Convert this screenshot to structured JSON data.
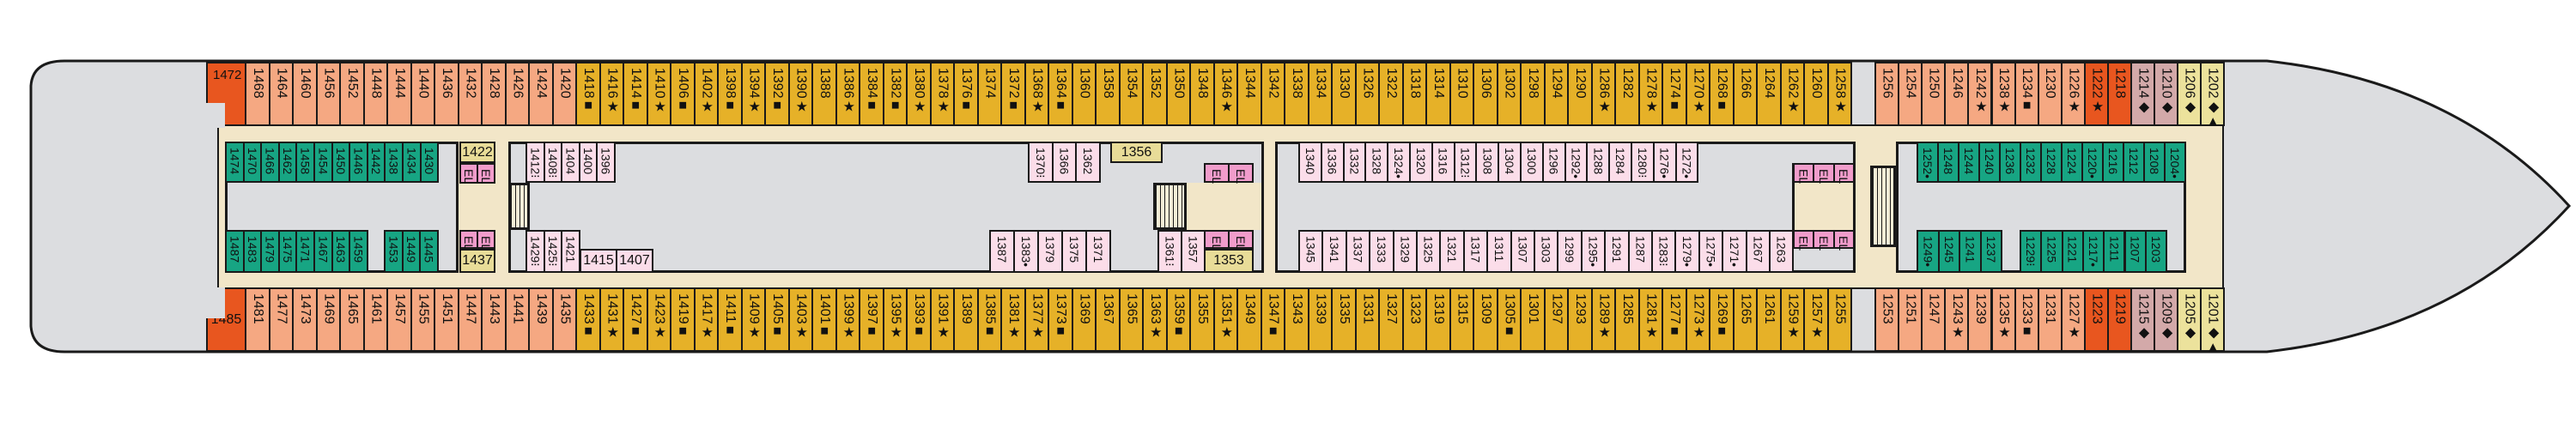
{
  "colors": {
    "red": "#e8561f",
    "salmon": "#f5a882",
    "yellow": "#e6b128",
    "mauve": "#d3a9a9",
    "ltyellow": "#ece29c",
    "green": "#17a583",
    "pink": "#fbdde9",
    "elevator": "#f19ccb",
    "service": "#e8dc98",
    "corridor": "#f2e6c8",
    "hull": "#dcdde0"
  },
  "elevator_label": "EL",
  "rows": {
    "top_red_aft": [
      "1472"
    ],
    "top_salmon_aft": [
      "1468",
      "1464",
      "1460",
      "1456",
      "1452",
      "1448",
      "1444",
      "1440",
      "1436",
      "1432",
      "1428",
      "1426",
      "1424",
      "1420"
    ],
    "top_yellow": [
      "1418■",
      "1416★",
      "1414■",
      "1410★",
      "1406■",
      "1402★",
      "1398■",
      "1394★",
      "1392■",
      "1390★",
      "1388",
      "1386★",
      "1384■",
      "1382■",
      "1380★",
      "1378★",
      "1376■",
      "1374",
      "1372■",
      "1368★",
      "1364■",
      "1360",
      "1358",
      "1354",
      "1352",
      "1350",
      "1348",
      "1346★",
      "1344",
      "1342",
      "1338",
      "1334",
      "1330",
      "1326",
      "1322",
      "1318",
      "1314",
      "1310",
      "1306",
      "1302",
      "1298",
      "1294",
      "1290",
      "1286★",
      "1282",
      "1278★",
      "1274■",
      "1270★",
      "1268■",
      "1266",
      "1264",
      "1262★",
      "1260",
      "1258★"
    ],
    "top_salmon_fwd": [
      "1256",
      "1254",
      "1250",
      "1246",
      "1242★",
      "1238★",
      "1234■",
      "1230",
      "1226★"
    ],
    "top_red_fwd": [
      "1222★",
      "1218"
    ],
    "top_mauve": [
      "1214◆",
      "1210◆"
    ],
    "top_ltyellow": [
      "1206◆",
      "1202◆▲"
    ],
    "bottom_red_aft": [
      "1485"
    ],
    "bottom_salmon_aft": [
      "1481",
      "1477",
      "1473",
      "1469",
      "1465",
      "1461",
      "1457",
      "1455",
      "1451",
      "1447",
      "1443",
      "1441",
      "1439",
      "1435"
    ],
    "bottom_yellow": [
      "1433■",
      "1431★",
      "1427■",
      "1423★",
      "1419■",
      "1417★",
      "1411■",
      "1409★",
      "1405■",
      "1403★",
      "1401■",
      "1399★",
      "1397■",
      "1395★",
      "1393■",
      "1391★",
      "1389",
      "1385■",
      "1381★",
      "1377★",
      "1373■",
      "1369",
      "1367",
      "1365",
      "1363★",
      "1359■",
      "1355",
      "1351★",
      "1349",
      "1347■",
      "1343",
      "1339",
      "1335",
      "1331",
      "1327",
      "1323",
      "1319",
      "1315",
      "1309",
      "1305■",
      "1301",
      "1297",
      "1293",
      "1289★",
      "1285",
      "1281★",
      "1277■",
      "1273★",
      "1269■",
      "1265",
      "1261",
      "1259★",
      "1257★",
      "1255"
    ],
    "bottom_salmon_fwd": [
      "1253",
      "1251",
      "1247",
      "1243★",
      "1239",
      "1235★",
      "1233■",
      "1231",
      "1227★"
    ],
    "bottom_red_fwd": [
      "1223",
      "1219"
    ],
    "bottom_mauve": [
      "1215◆",
      "1209◆"
    ],
    "bottom_ltyellow": [
      "1205◆",
      "1201◆▲"
    ],
    "inner_aft_top": [
      "1474",
      "1470",
      "1466",
      "1462",
      "1458",
      "1454",
      "1450",
      "1446",
      "1442",
      "1438",
      "1434",
      "1430"
    ],
    "inner_aft_bottom_a": [
      "1487",
      "1483",
      "1479",
      "1475",
      "1471",
      "1467",
      "1463",
      "1459"
    ],
    "inner_aft_bottom_b": [
      "1453",
      "1449",
      "1445"
    ],
    "service_aft_top": [
      "1422"
    ],
    "service_aft_bottom": [
      "1437"
    ],
    "inner_mid_top_a": [
      "1412⁝",
      "1408⁝",
      "1404",
      "1400",
      "1396"
    ],
    "inner_mid_bottom_a": [
      "1429⁝",
      "1425⁝",
      "1421"
    ],
    "inner_mid_bottom_h": [
      "1415",
      "1407"
    ],
    "inner_mid_top_b": [
      "1370⁝",
      "1366",
      "1362"
    ],
    "service_mid_top": [
      "1356"
    ],
    "inner_mid_bottom_b": [
      "1387",
      "1383•",
      "1379",
      "1375",
      "1371"
    ],
    "inner_mid_bottom_c": [
      "1361⁝",
      "1357"
    ],
    "service_mid_bottom": [
      "1353"
    ],
    "inner_fwdmid_top": [
      "1340",
      "1336",
      "1332",
      "1328",
      "1324•",
      "1320",
      "1316",
      "1312⁝",
      "1308",
      "1304",
      "1300",
      "1296",
      "1292•",
      "1288",
      "1284",
      "1280⁝",
      "1276•",
      "1272•"
    ],
    "inner_fwdmid_bottom": [
      "1345",
      "1341",
      "1337",
      "1333",
      "1329",
      "1325",
      "1321",
      "1317",
      "1311",
      "1307",
      "1303",
      "1299",
      "1295•",
      "1291",
      "1287",
      "1283⁝",
      "1279•",
      "1275•",
      "1271•",
      "1267",
      "1263"
    ],
    "inner_fwd_top": [
      "1252•",
      "1248",
      "1244",
      "1240",
      "1236",
      "1232",
      "1228",
      "1224",
      "1220•",
      "1216",
      "1212",
      "1208",
      "1204•"
    ],
    "inner_fwd_bottom_a": [
      "1249•",
      "1245",
      "1241",
      "1237"
    ],
    "inner_fwd_bottom_b": [
      "1229⁝",
      "1225",
      "1221",
      "1217•",
      "1211",
      "1207",
      "1203"
    ]
  }
}
